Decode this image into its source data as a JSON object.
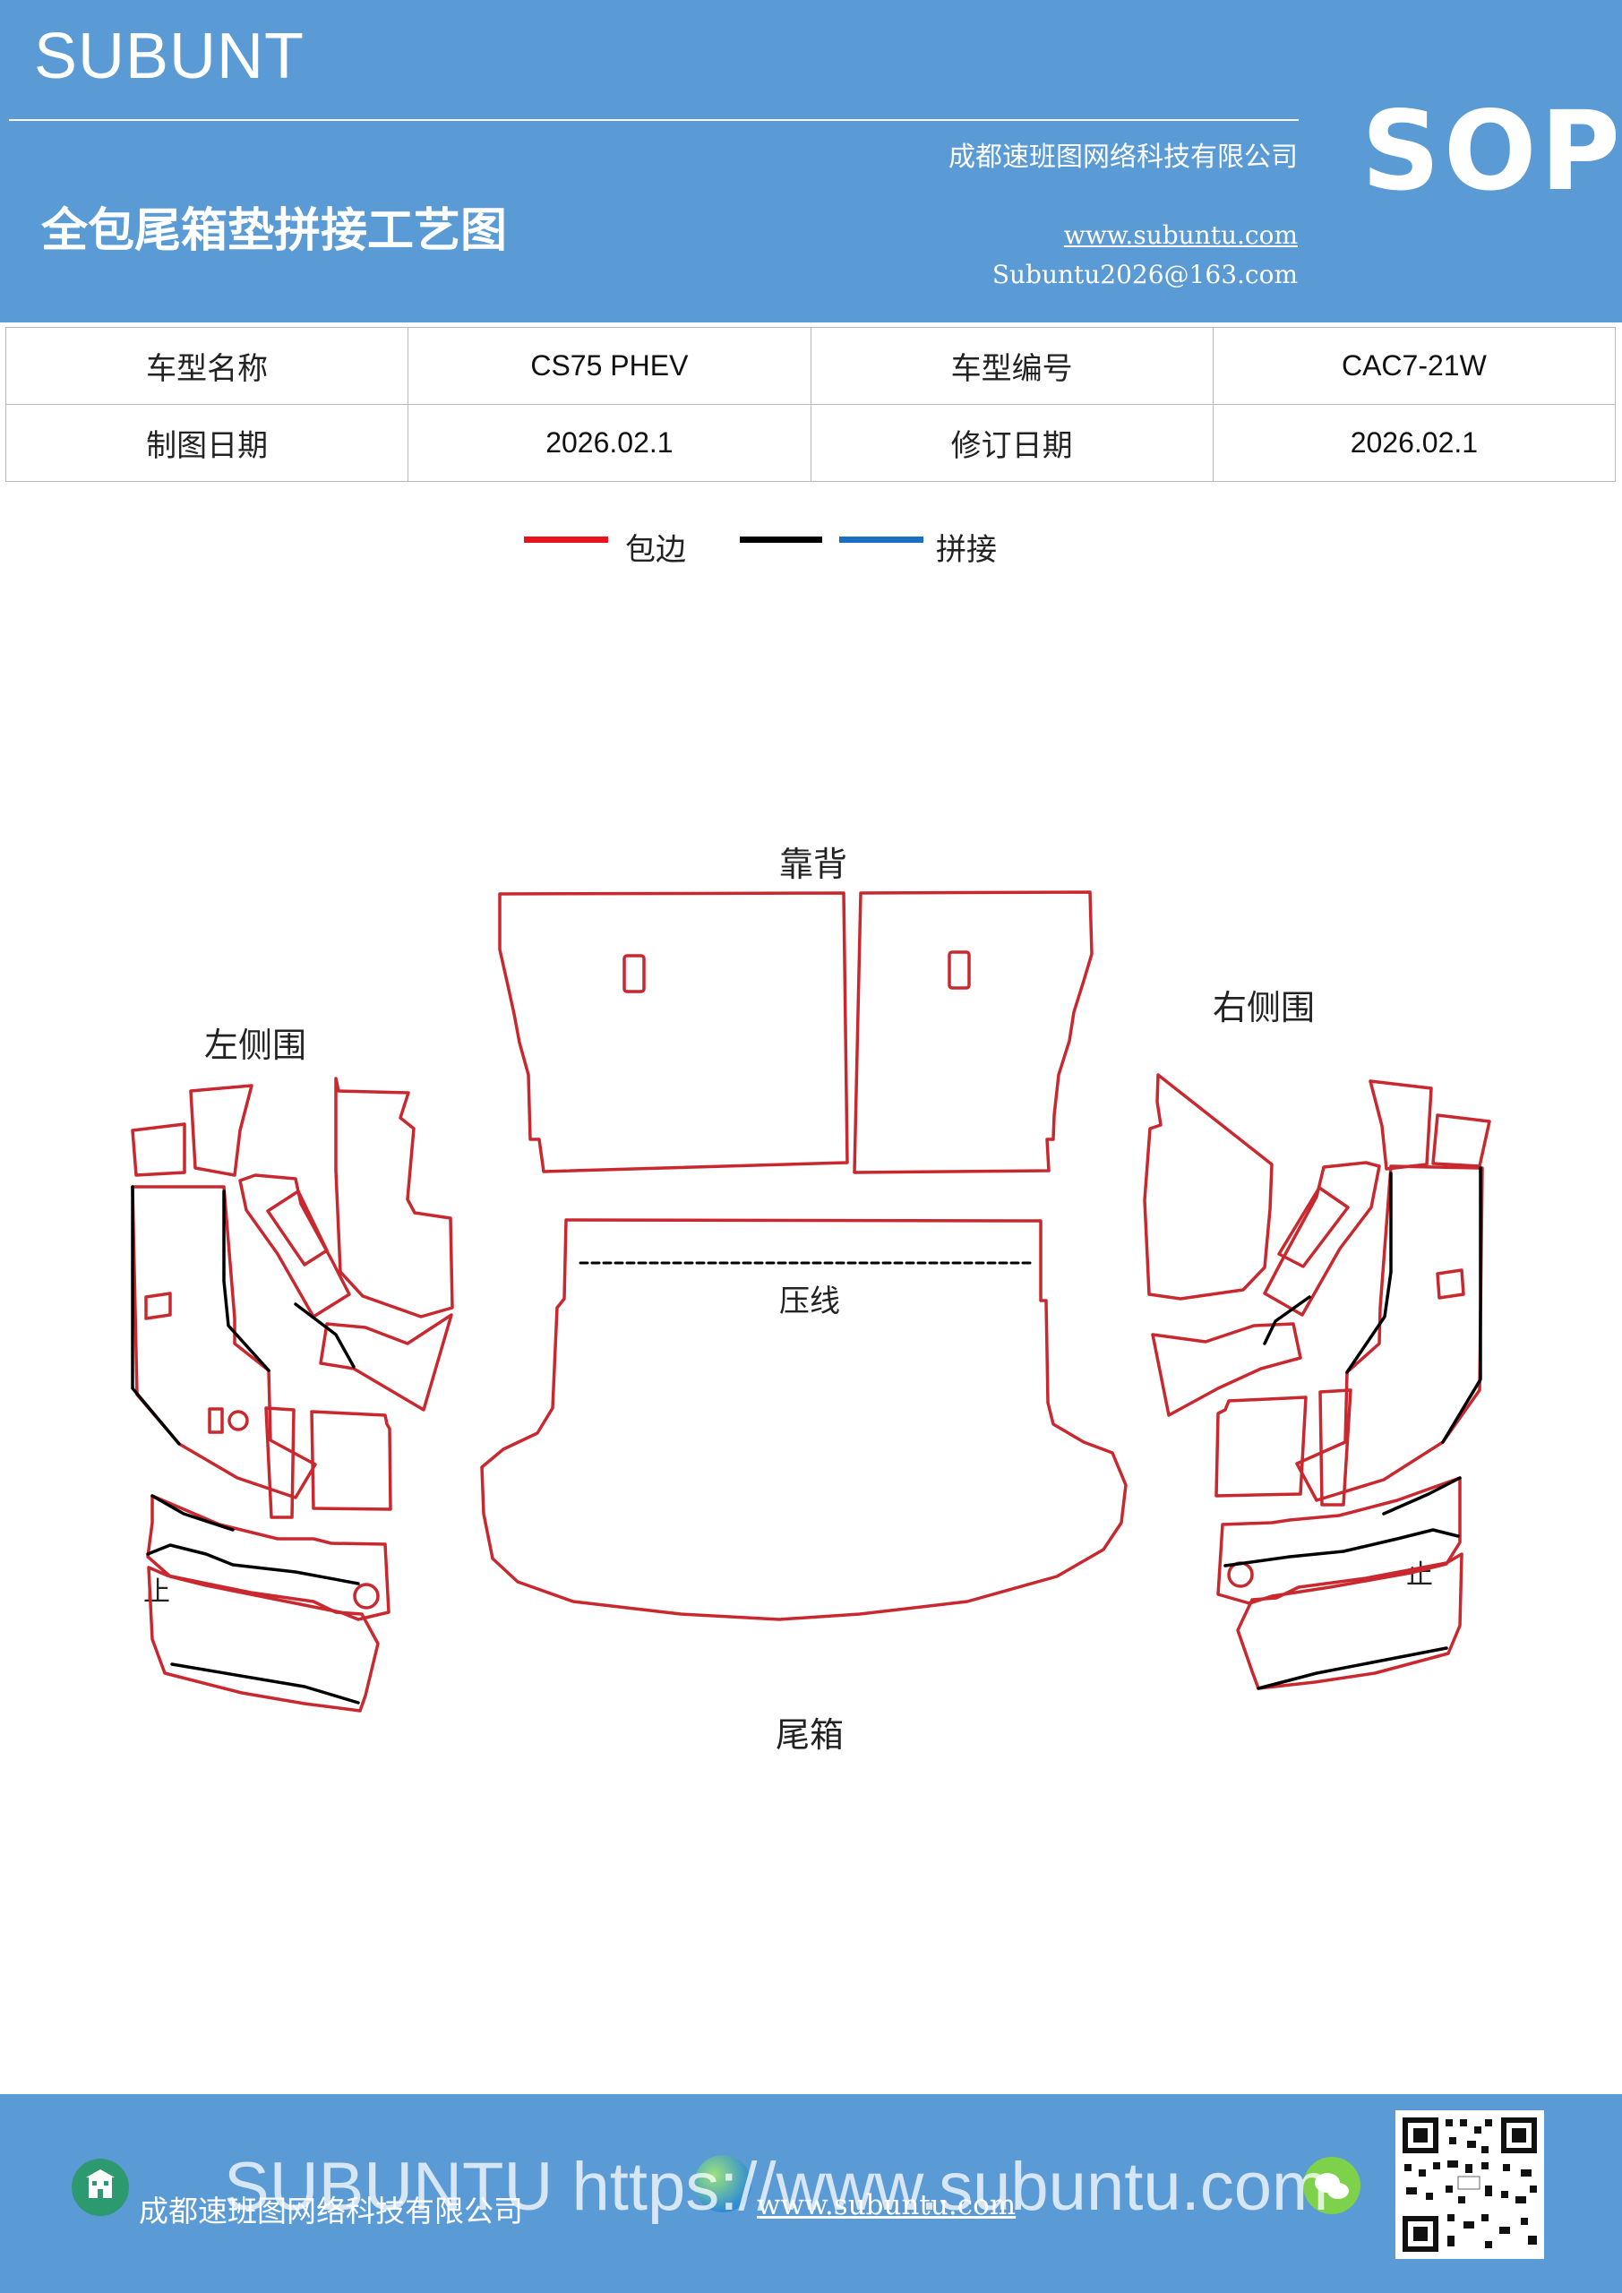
{
  "header": {
    "brand": "SUBUNT",
    "company": "成都速班图网络科技有限公司",
    "title": "全包尾箱垫拼接工艺图",
    "website": "www.subuntu.com",
    "email": "Subuntu2026@163.com",
    "badge": "SOP",
    "background_color": "#5b9bd5"
  },
  "info_table": {
    "rows": [
      [
        "车型名称",
        "CS75  PHEV",
        "车型编号",
        "CAC7-21W"
      ],
      [
        "制图日期",
        "2026.02.1",
        "修订日期",
        "2026.02.1"
      ]
    ]
  },
  "legend": {
    "items": [
      {
        "label": "包边",
        "color": "#e8141b"
      },
      {
        "label": "",
        "color": "#000000"
      },
      {
        "label": "拼接",
        "color": "#1a6fc0"
      }
    ]
  },
  "diagram": {
    "backrest_label": "靠背",
    "left_side_label": "左侧围",
    "right_side_label": "右侧围",
    "crease_label": "压线",
    "trunk_label": "尾箱",
    "stop_label_left": "止",
    "stop_label_right": "止",
    "edge_color": "#c8282e",
    "seam_color": "#000000"
  },
  "footer": {
    "watermark": "SUBUNTU https://www.subuntu.com",
    "company": "成都速班图网络科技有限公司",
    "website": "www.subuntu.com",
    "icons": [
      "building-icon",
      "globe-icon",
      "wechat-icon",
      "qr-code"
    ]
  }
}
